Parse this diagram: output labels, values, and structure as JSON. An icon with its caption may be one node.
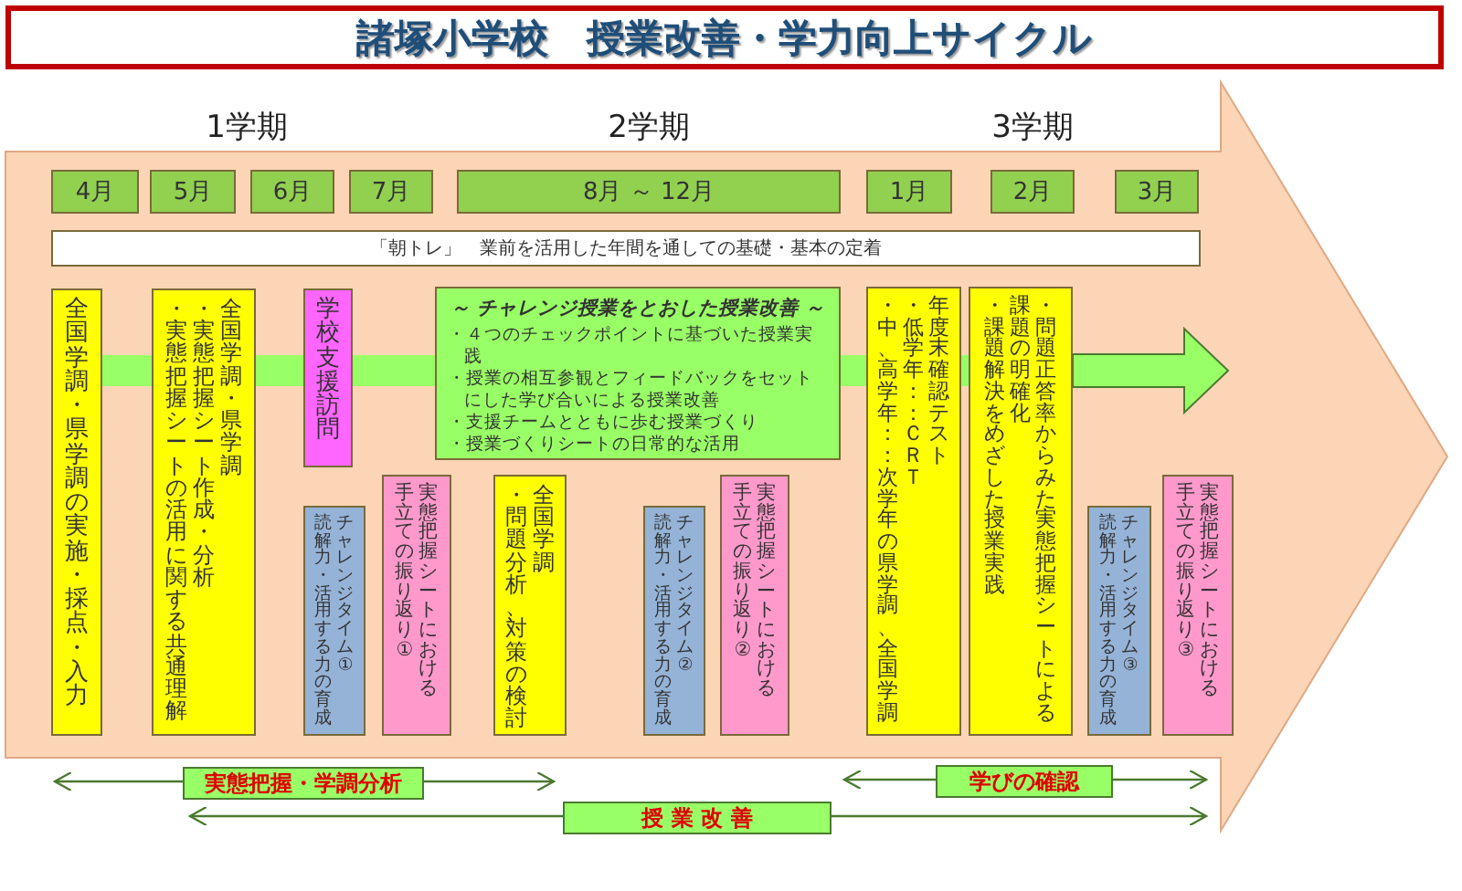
{
  "diagram": {
    "title": "諸塚小学校　授業改善・学力向上サイクル",
    "nodes": [
      {
        "text": [
          "4月"
        ]
      },
      {
        "text": [
          "5月"
        ]
      },
      {
        "text": [
          "6月"
        ]
      },
      {
        "text": [
          "7月"
        ]
      },
      {
        "text": [
          "8月 ～ 12月"
        ]
      },
      {
        "text": [
          "1月"
        ]
      },
      {
        "text": [
          "2月"
        ]
      },
      {
        "text": [
          "3月"
        ]
      },
      {
        "text": [
          "「朝トレ」　業前を活用した年間を通しての基礎・基本の定着"
        ]
      },
      {
        "text": [
          "全国学調・県学調の実施・採点・入力"
        ]
      },
      {
        "text": [
          "全国学調・県学調・実態把握シート作成・分析・実態把握シートの活用に関する共通理解"
        ]
      },
      {
        "text": [
          "学校支援訪問"
        ]
      },
      {
        "text": [
          "～ チャレンジ授業をとおした授業改善 ～",
          "・４つのチェックポイントに基づいた授業実践",
          "・授業の相互参観とフィードバックをセットにした学び合いによる授業改善",
          "・支援チームとともに歩む授業づくり",
          "・授業づくりシートの日常的な活用"
        ]
      },
      {
        "text": [
          "年度末確認テスト・低学年：：ＣＲＴ・中、高学年：：次学年の県学調、全国学調"
        ]
      },
      {
        "text": [
          "・問題正答率からみた実態把握シートによる課題の明確化・課題解決をめざした授業実践"
        ]
      },
      {
        "text": [
          "チャレンジタイム①読解力・活用する力の育成"
        ]
      },
      {
        "text": [
          "実態把握シートにおける手立ての振り返り①"
        ]
      },
      {
        "text": [
          "全国学調・問題分析、対策の検討"
        ]
      },
      {
        "text": [
          "チャレンジタイム②読解力・活用する力の育成"
        ]
      },
      {
        "text": [
          "実態把握シートにおける手立ての振り返り②"
        ]
      },
      {
        "text": [
          "チャレンジタイム③読解力・活用する力の育成"
        ]
      },
      {
        "text": [
          "実態把握シートにおける手立ての振り返り③"
        ]
      }
    ],
    "edges": [
      {
        "from": 9,
        "to": 10,
        "arrow": "none"
      },
      {
        "from": 10,
        "to": 11,
        "arrow": "none"
      },
      {
        "from": 11,
        "to": 12,
        "arrow": "none"
      },
      {
        "from": 12,
        "to": 13,
        "arrow": "none"
      },
      {
        "from": 13,
        "to": 14,
        "arrow": "none"
      },
      {
        "from": 14,
        "to": null,
        "arrow": "to"
      }
    ],
    "labels": [
      "1学期",
      "2学期",
      "3学期",
      "実態把握・学調分析",
      "学びの確認",
      "授 業 改 善"
    ]
  }
}
